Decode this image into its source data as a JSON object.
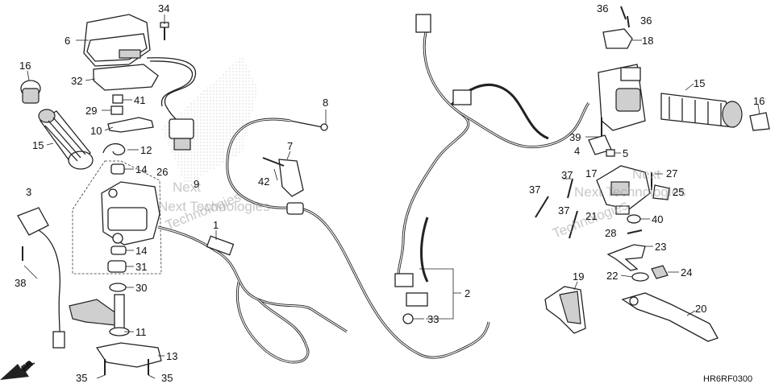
{
  "diagram": {
    "code": "HR6RF0300",
    "direction_label": "FR.",
    "watermarks": [
      "Next",
      "Technologies",
      "Next Technologies",
      "Next",
      "Technologies",
      "Next Technologies"
    ]
  },
  "callouts": [
    {
      "id": "c1",
      "label": "34"
    },
    {
      "id": "c2",
      "label": "6"
    },
    {
      "id": "c3",
      "label": "16"
    },
    {
      "id": "c4",
      "label": "32"
    },
    {
      "id": "c5",
      "label": "41"
    },
    {
      "id": "c6",
      "label": "29"
    },
    {
      "id": "c7",
      "label": "10"
    },
    {
      "id": "c8",
      "label": "15"
    },
    {
      "id": "c9",
      "label": "12"
    },
    {
      "id": "c10",
      "label": "14"
    },
    {
      "id": "c11",
      "label": "26"
    },
    {
      "id": "c12",
      "label": "9"
    },
    {
      "id": "c13",
      "label": "3"
    },
    {
      "id": "c14",
      "label": "38"
    },
    {
      "id": "c15",
      "label": "14"
    },
    {
      "id": "c16",
      "label": "31"
    },
    {
      "id": "c17",
      "label": "30"
    },
    {
      "id": "c18",
      "label": "11"
    },
    {
      "id": "c19",
      "label": "13"
    },
    {
      "id": "c20",
      "label": "35"
    },
    {
      "id": "c21",
      "label": "35"
    },
    {
      "id": "c22",
      "label": "8"
    },
    {
      "id": "c23",
      "label": "7"
    },
    {
      "id": "c24",
      "label": "42"
    },
    {
      "id": "c25",
      "label": "1"
    },
    {
      "id": "c26",
      "label": "2"
    },
    {
      "id": "c27",
      "label": "33"
    },
    {
      "id": "c28",
      "label": "36"
    },
    {
      "id": "c29",
      "label": "36"
    },
    {
      "id": "c30",
      "label": "18"
    },
    {
      "id": "c31",
      "label": "15"
    },
    {
      "id": "c32",
      "label": "16"
    },
    {
      "id": "c33",
      "label": "39"
    },
    {
      "id": "c34",
      "label": "4"
    },
    {
      "id": "c35",
      "label": "5"
    },
    {
      "id": "c36",
      "label": "37"
    },
    {
      "id": "c37",
      "label": "17"
    },
    {
      "id": "c38",
      "label": "27"
    },
    {
      "id": "c39",
      "label": "37"
    },
    {
      "id": "c40",
      "label": "25"
    },
    {
      "id": "c41",
      "label": "37"
    },
    {
      "id": "c42",
      "label": "21"
    },
    {
      "id": "c43",
      "label": "40"
    },
    {
      "id": "c44",
      "label": "28"
    },
    {
      "id": "c45",
      "label": "23"
    },
    {
      "id": "c46",
      "label": "24"
    },
    {
      "id": "c47",
      "label": "22"
    },
    {
      "id": "c48",
      "label": "19"
    },
    {
      "id": "c49",
      "label": "20"
    }
  ]
}
